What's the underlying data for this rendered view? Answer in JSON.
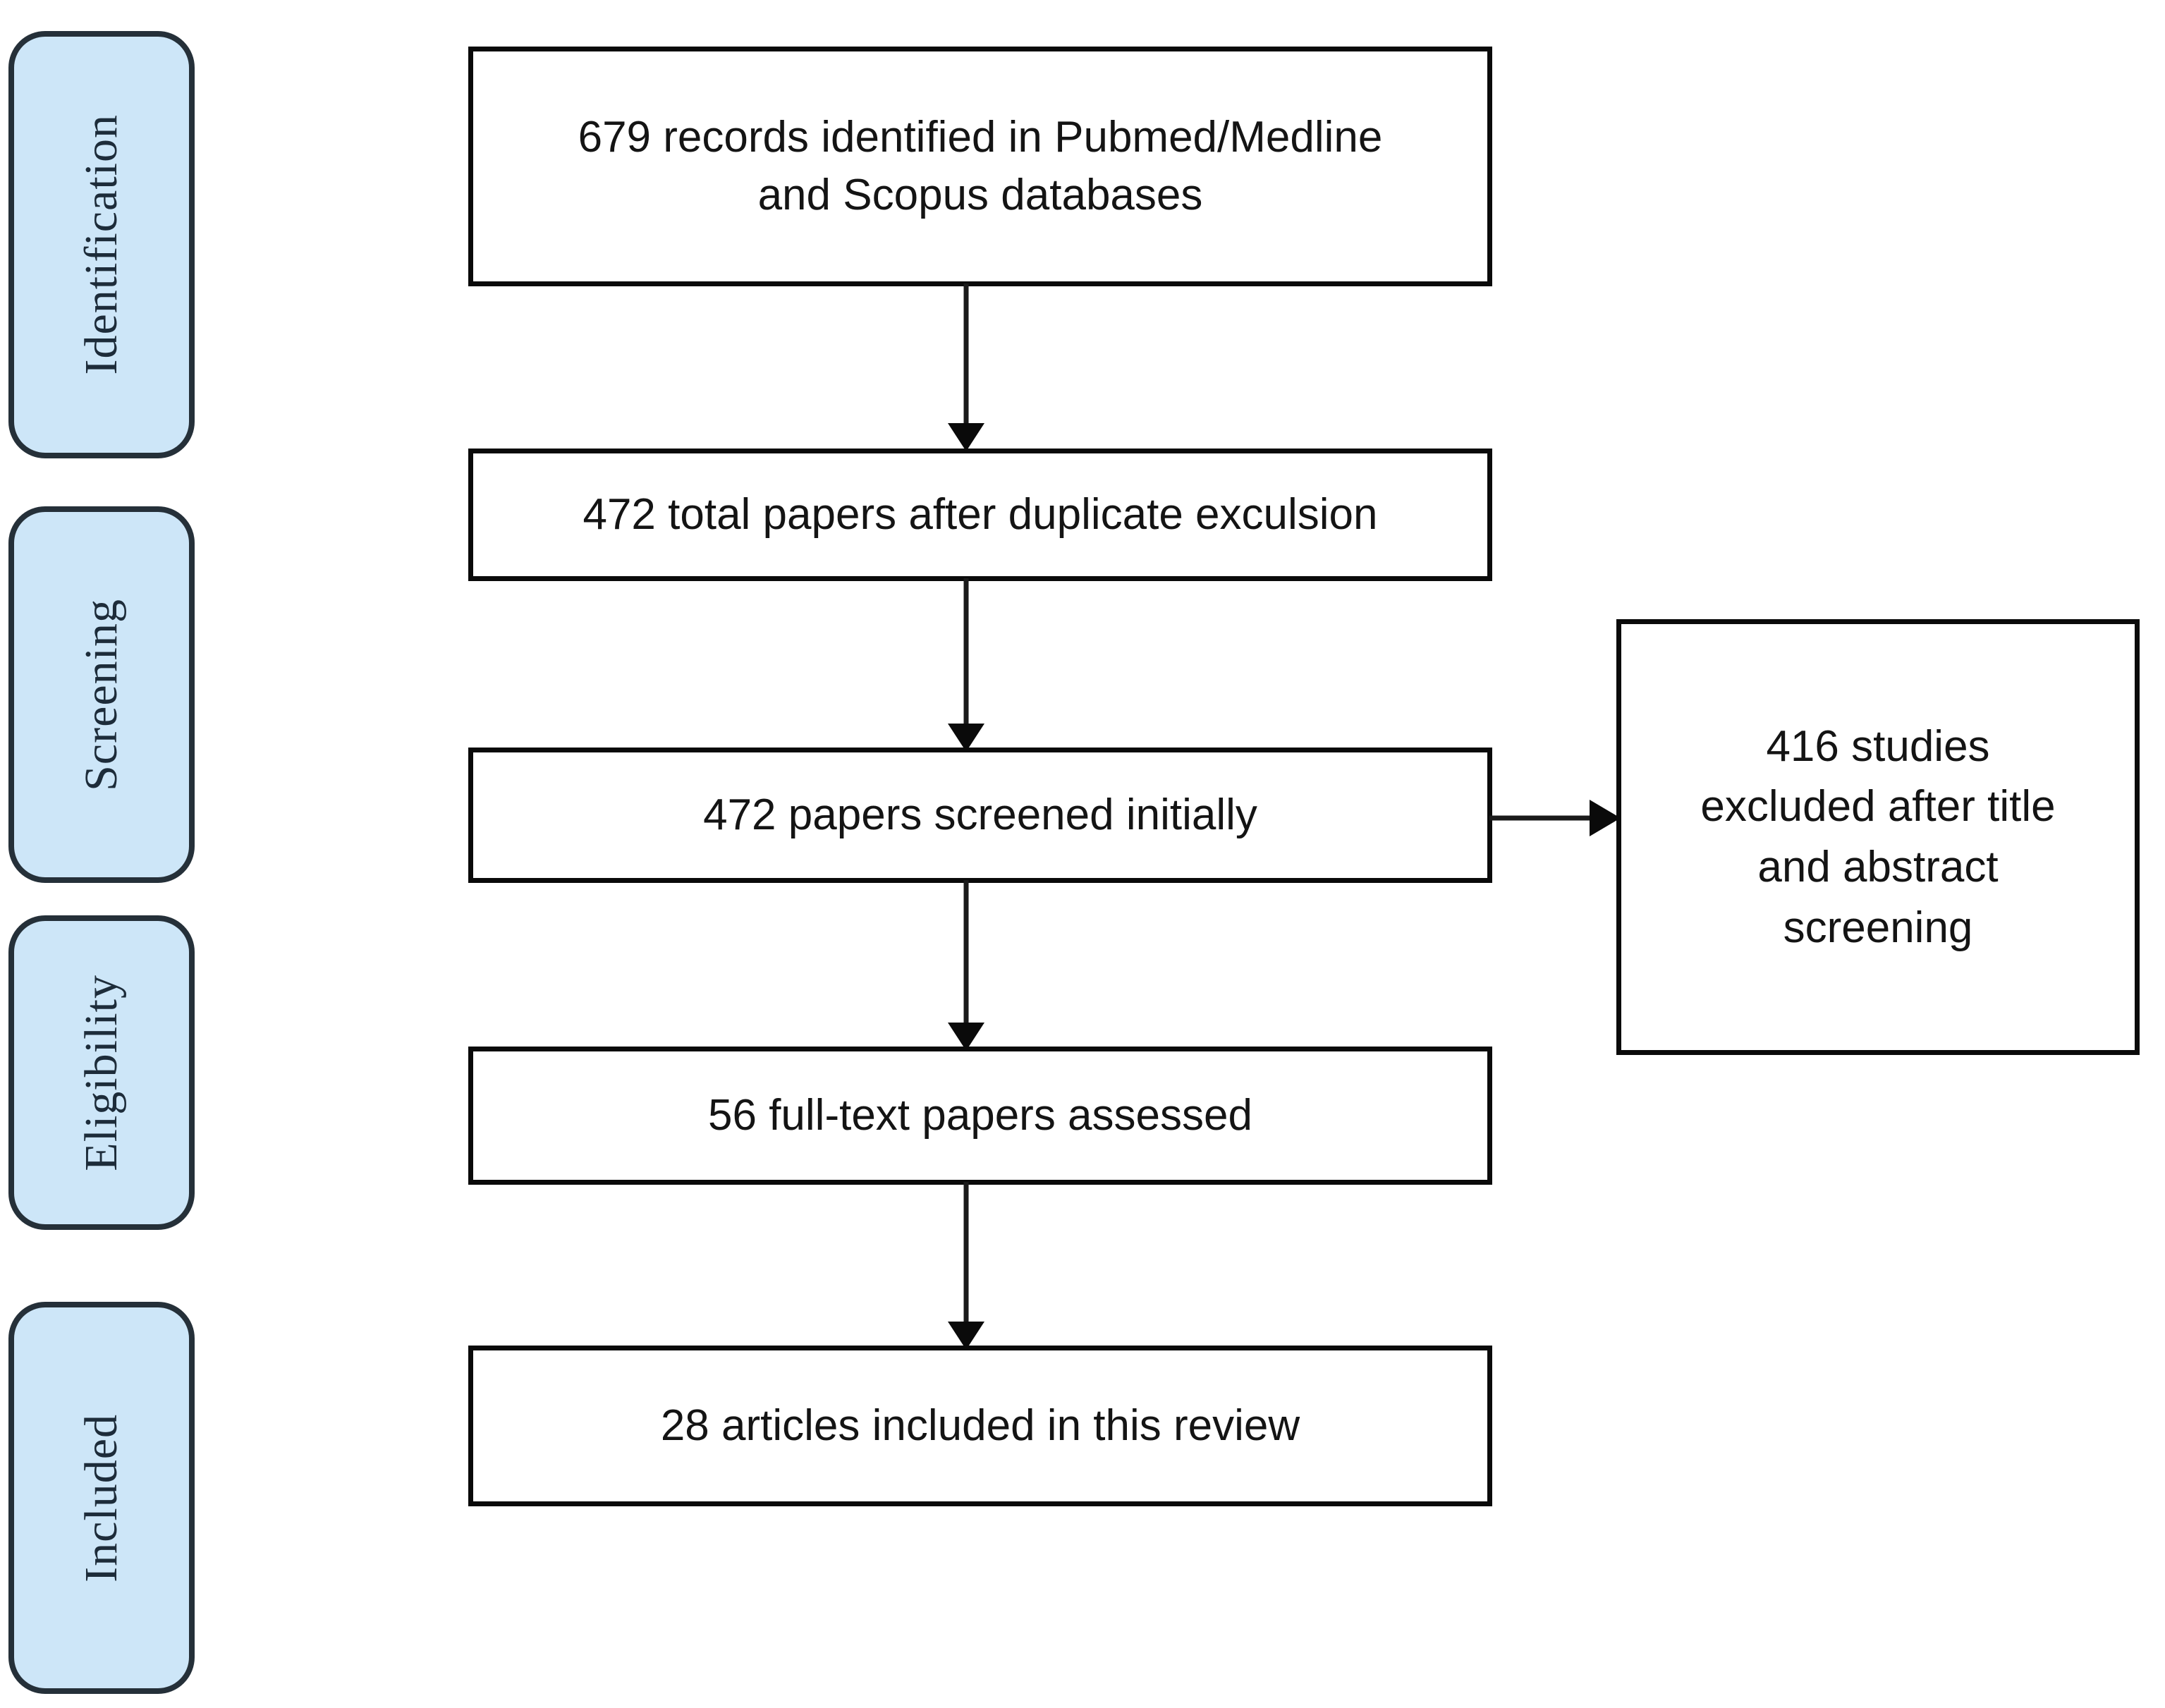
{
  "diagram": {
    "type": "prisma-flow-diagram",
    "title": "",
    "colors": {
      "stage_fill": "#cde6f8",
      "stage_border": "#253039",
      "stage_text": "#1d2c3a",
      "box_border": "#0a0a0a",
      "box_fill": "#ffffff",
      "box_text": "#141414",
      "connector": "#1a1a1a",
      "background": "#ffffff"
    }
  },
  "stages": [
    {
      "id": "identification",
      "label": "Identification"
    },
    {
      "id": "screening",
      "label": "Screening"
    },
    {
      "id": "eligibility",
      "label": "Eligibility"
    },
    {
      "id": "included",
      "label": "Included"
    }
  ],
  "boxes": [
    {
      "id": "records-identified",
      "stage": "identification",
      "count": 679,
      "text": "679 records identified in Pubmed/Medline\nand Scopus databases"
    },
    {
      "id": "after-duplicates",
      "stage": "screening",
      "count": 472,
      "text": "472 total papers after duplicate exculsion"
    },
    {
      "id": "screened-initially",
      "stage": "screening",
      "count": 472,
      "text": "472 papers screened initially"
    },
    {
      "id": "excluded-title-abstract",
      "stage": "screening",
      "count": 416,
      "text": "416 studies\nexcluded after title\nand abstract\nscreening"
    },
    {
      "id": "full-text-assessed",
      "stage": "eligibility",
      "count": 56,
      "text": "56 full-text papers assessed"
    },
    {
      "id": "articles-included",
      "stage": "included",
      "count": 28,
      "text": "28 articles included in this review"
    }
  ],
  "connectors": [
    {
      "id": "arrow-records-to-duplicates",
      "from": "records-identified",
      "to": "after-duplicates",
      "direction": "down"
    },
    {
      "id": "arrow-duplicates-to-screened",
      "from": "after-duplicates",
      "to": "screened-initially",
      "direction": "down"
    },
    {
      "id": "arrow-screened-to-excluded",
      "from": "screened-initially",
      "to": "excluded-title-abstract",
      "direction": "right"
    },
    {
      "id": "arrow-screened-to-fulltext",
      "from": "screened-initially",
      "to": "full-text-assessed",
      "direction": "down"
    },
    {
      "id": "arrow-fulltext-to-included",
      "from": "full-text-assessed",
      "to": "articles-included",
      "direction": "down"
    }
  ]
}
